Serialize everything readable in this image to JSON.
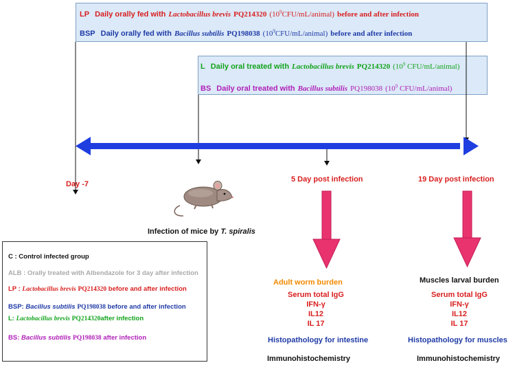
{
  "box1": {
    "lp": {
      "code": "LP",
      "lead": "Daily orally  fed with",
      "strain": "Lactobacillus brevis",
      "accession": "PQ214320",
      "dose_open": "(10",
      "dose_exp": "9",
      "dose_close": "CFU/mL/animal)",
      "tail": "before and after infection"
    },
    "bsp": {
      "code": "BSP",
      "lead": "Daily orally  fed with",
      "strain": "Bacillus subtilis",
      "accession": "PQ198038",
      "dose_open": "(10",
      "dose_exp": "9",
      "dose_close": "CFU/mL/animal)",
      "tail": "before and after infection"
    }
  },
  "box2": {
    "l": {
      "code": "L",
      "lead": "Daily oral treated with",
      "strain": "Lactobacillus brevis",
      "accession": "PQ214320",
      "dose_open": "(10",
      "dose_exp": "9",
      "dose_close": "CFU/mL/animal)"
    },
    "bs": {
      "code": "BS",
      "lead": "Daily oral treated with",
      "strain": "Bacillus subtilis",
      "accession": "PQ198038",
      "dose_open": "(10",
      "dose_exp": "9",
      "dose_close": "CFU/mL/animal)"
    }
  },
  "timeline": {
    "day_minus7": "Day -7",
    "day5": "5 Day post infection",
    "day19": "19 Day post infection",
    "infection": {
      "text": "Infection of mice by",
      "species": "T. spiralis"
    }
  },
  "day5_outcomes": {
    "title": "Adult worm burden",
    "assays": [
      "Serum total IgG",
      "IFN-γ",
      "IL12",
      "IL 17"
    ],
    "histo": "Histopathology for intestine",
    "immuno": "Immunohistochemistry"
  },
  "day19_outcomes": {
    "title": "Muscles larval burden",
    "assays": [
      "Serum total IgG",
      "IFN-γ",
      "IL12",
      "IL 17"
    ],
    "histo": "Histopathology for muscles",
    "immuno": "Immunohistochemistry"
  },
  "legend": {
    "c": "C : Control infected group",
    "alb": "ALB : Orally treated with Albendazole for 3 day after infection",
    "lp": {
      "code": "LP :",
      "strain": "Lactobacillus brevis",
      "accession": "PQ214320",
      "tail": "before and after infection"
    },
    "bsp": {
      "code": "BSP:",
      "strain": "Bacillus subtilis",
      "accession": "PQ198038",
      "tail": "before and after infection"
    },
    "l": {
      "code": "L:",
      "strain": "Lactobacillus brevis",
      "accession": "PQ214320",
      "tail": "after infection"
    },
    "bs": {
      "code": "BS:",
      "strain": "Bacillus subtilis",
      "accession": "PQ198038",
      "tail": "after infection"
    }
  },
  "colors": {
    "red": "#d81e1e",
    "blue": "#1f3aa6",
    "green": "#13a31c",
    "purple": "#b020b8",
    "timeline": "#1e3ee0",
    "pink_arrow": "#e8336f"
  }
}
